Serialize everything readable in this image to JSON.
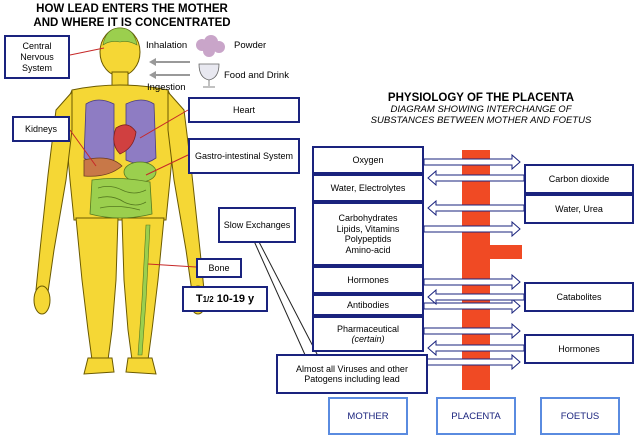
{
  "left_title": {
    "line1": "HOW LEAD ENTERS THE MOTHER",
    "line2": "AND WHERE IT IS CONCENTRATED"
  },
  "body_labels": {
    "inhalation": "Inhalation",
    "powder": "Powder",
    "food_and_drink": "Food and Drink",
    "ingestion": "Ingestion"
  },
  "organ_boxes": {
    "cns": "Central Nervous System",
    "heart": "Heart",
    "kidneys": "Kidneys",
    "gastro": "Gastro-intestinal System",
    "slow": "Slow Exchanges",
    "bone": "Bone",
    "half_life_t": "T",
    "half_life_sub": "1/2",
    "half_life_val": "10-19 y"
  },
  "right_title": {
    "main": "PHYSIOLOGY OF THE PLACENTA",
    "sub1": "DIAGRAM SHOWING INTERCHANGE OF",
    "sub2": "SUBSTANCES BETWEEN MOTHER AND FOETUS"
  },
  "mother_side": [
    {
      "text": "Oxygen"
    },
    {
      "text": "Water, Electrolytes"
    },
    {
      "lines": [
        "Carbohydrates",
        "Lipids, Vitamins",
        "Polypeptids",
        "Amino-acid"
      ]
    },
    {
      "text": "Hormones"
    },
    {
      "text": "Antibodies"
    },
    {
      "lines": [
        "Pharmaceutical",
        "(certain)"
      ]
    },
    {
      "lines": [
        "Almost all Viruses and other",
        "Patogens including lead"
      ]
    }
  ],
  "foetus_side": [
    "Carbon dioxide",
    "Water, Urea",
    "Catabolites",
    "Hormones"
  ],
  "footer": {
    "mother": "MOTHER",
    "placenta": "PLACENTA",
    "foetus": "FOETUS"
  },
  "colors": {
    "body": "#f5d735",
    "body_outline": "#6b5a00",
    "box_border": "#1a237e",
    "placenta": "#f04a24",
    "footer_border": "#5a8be0",
    "lungs": "#8e7cc3",
    "organs": "#c87848"
  }
}
